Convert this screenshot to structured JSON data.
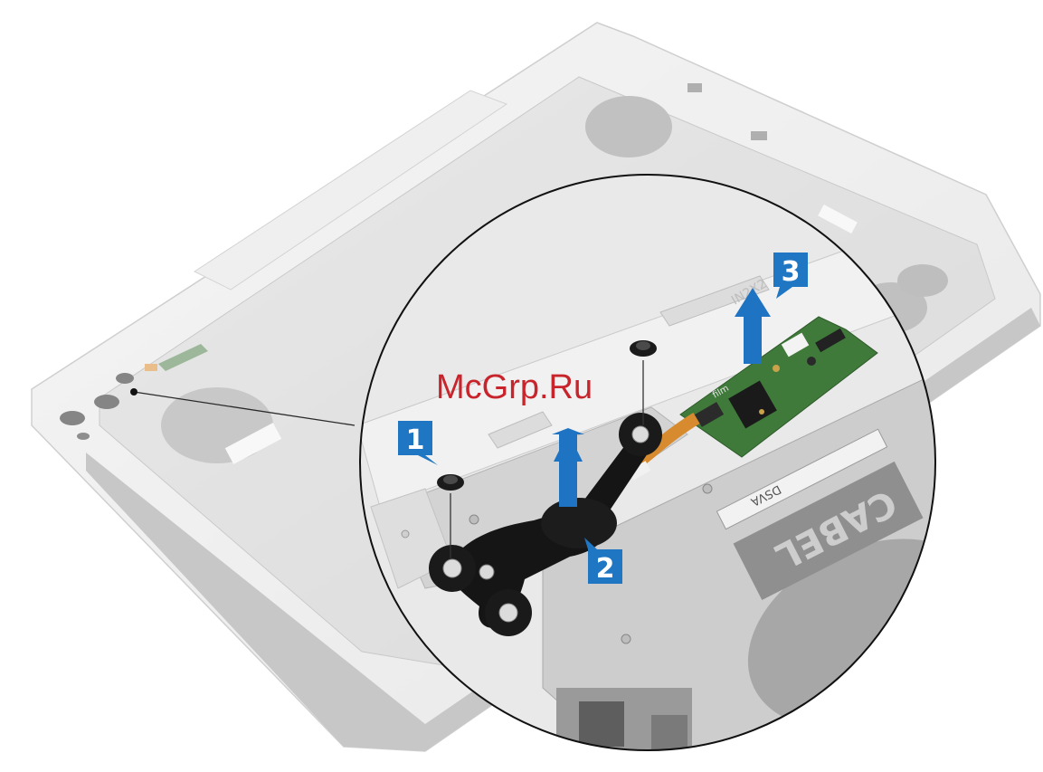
{
  "watermark": {
    "text": "McGrp.Ru",
    "color": "#c8242b"
  },
  "steps": [
    {
      "number": "1",
      "action": "remove-screw",
      "icon": "screw-icon"
    },
    {
      "number": "2",
      "action": "lift-bracket",
      "icon": "arrow-up-icon"
    },
    {
      "number": "3",
      "action": "lift-board",
      "icon": "arrow-up-icon"
    }
  ],
  "board_labels": {
    "film_brand": "film",
    "cable_text": "CABEL",
    "part_code": "IN2X2",
    "vendor_code": "DSVA"
  },
  "colors": {
    "badge": "#1f76c2",
    "arrow": "#1e74c2",
    "pcb": "#3f7a3a",
    "flex_cable": "#d88a2e",
    "plastic": "#e6e6e6",
    "metal_plate": "#cfcfcf"
  }
}
